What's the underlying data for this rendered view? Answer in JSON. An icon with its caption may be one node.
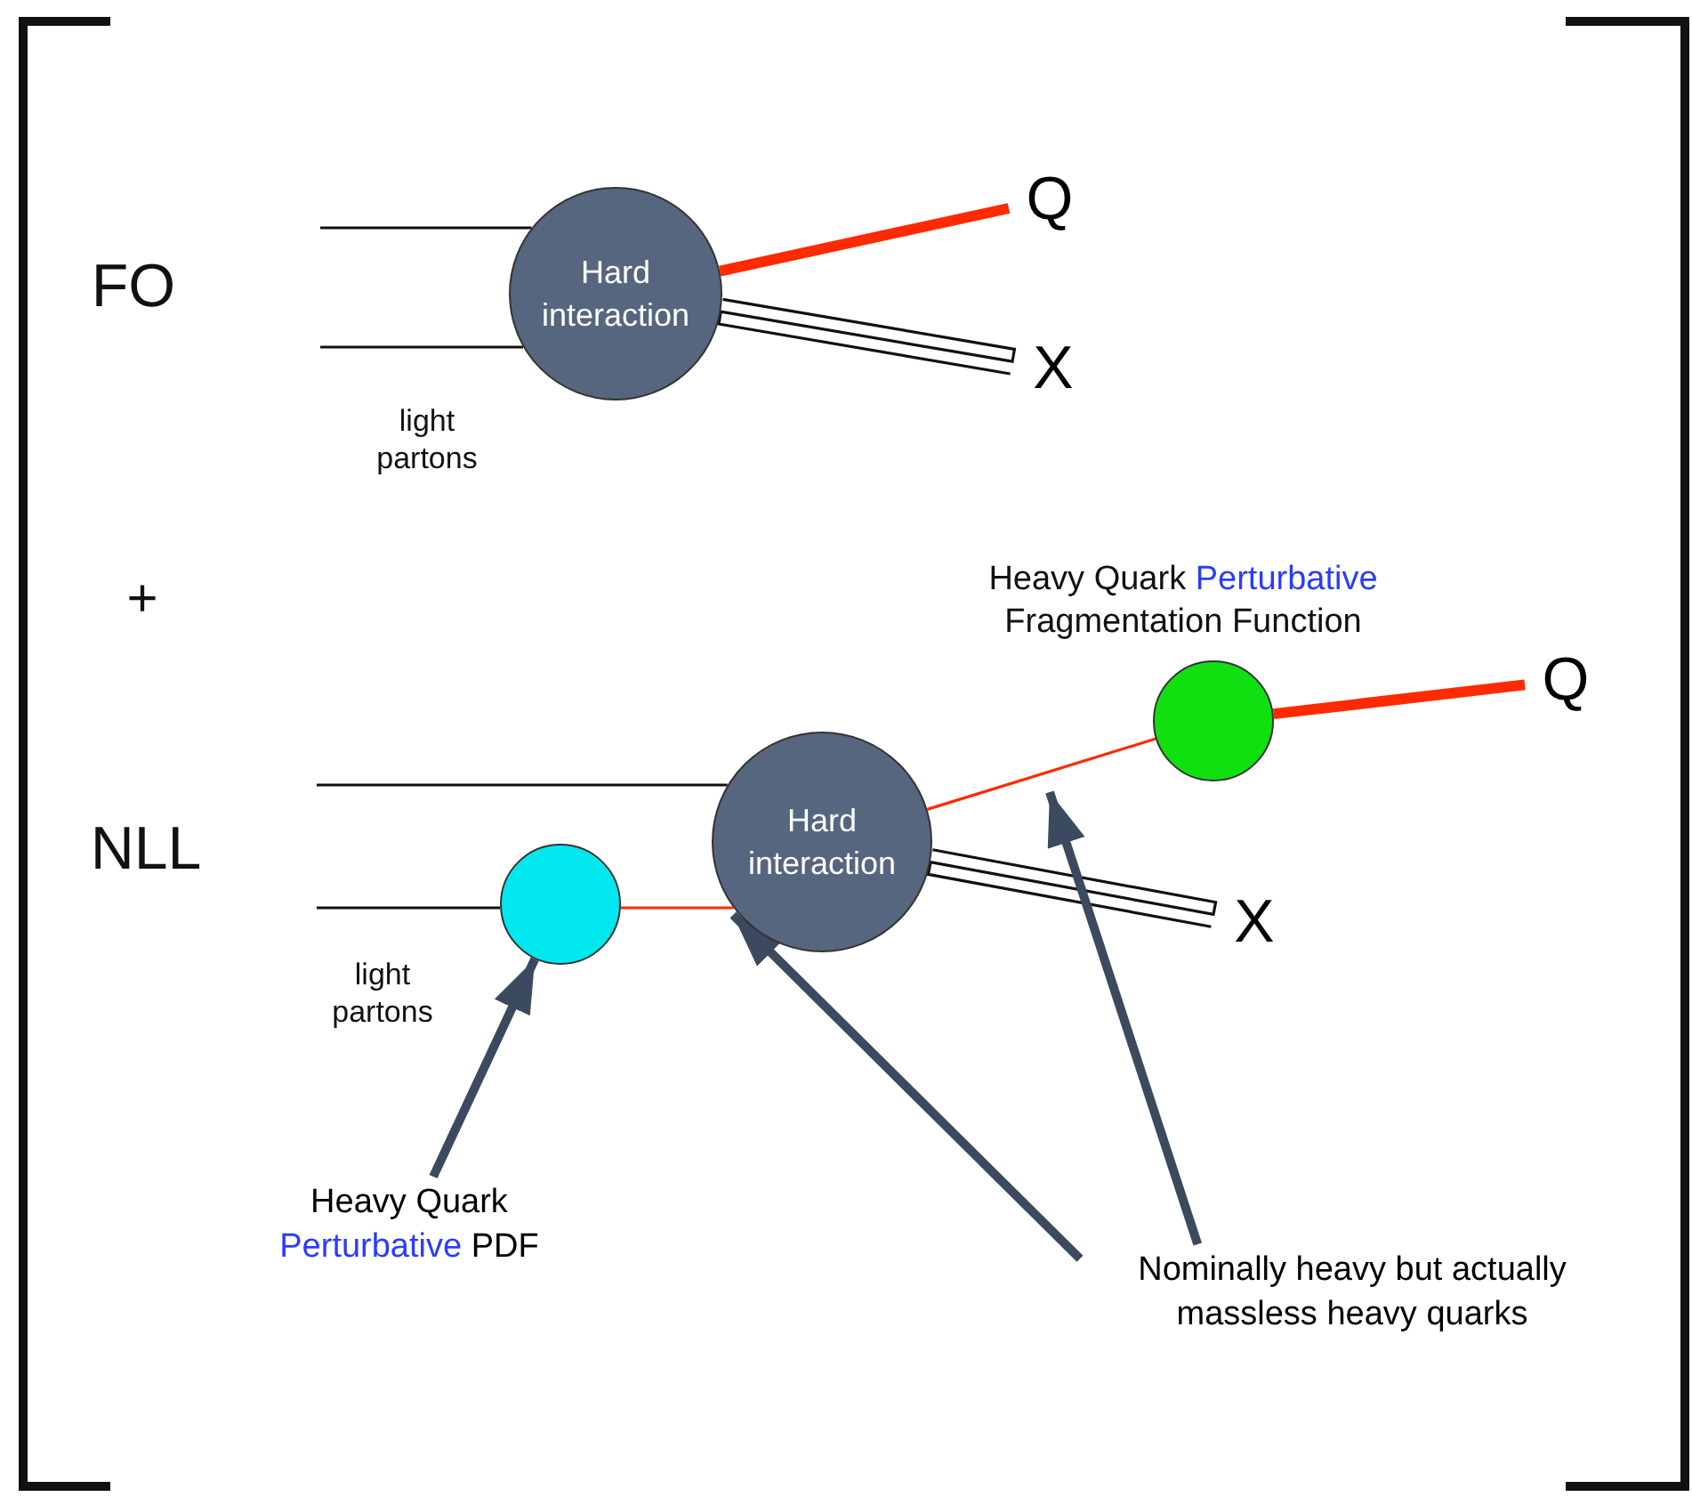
{
  "diagram": {
    "nodes": [
      {
        "text": [
          "Hard interaction"
        ]
      },
      {
        "text": [
          "Q"
        ]
      },
      {
        "text": [
          "X"
        ]
      },
      {
        "text": [
          "Hard interaction"
        ]
      },
      {
        "text": [],
        "shape": "circle"
      },
      {
        "text": [],
        "shape": "circle",
        "beside": [
          "Heavy Quark Perturbative Fragmentation Function"
        ]
      },
      {
        "text": [
          "Q"
        ]
      },
      {
        "text": [
          "X"
        ]
      },
      {
        "text": [
          "Heavy Quark Perturbative PDF"
        ]
      },
      {
        "text": [
          "Nominally heavy but actually massless heavy quarks"
        ]
      }
    ],
    "edges": [
      {
        "from": null,
        "to": 0,
        "arrow": "none"
      },
      {
        "from": null,
        "to": 0,
        "arrow": "none"
      },
      {
        "from": 0,
        "to": 1,
        "arrow": "none",
        "style": "thick",
        "color": "#ff2a00"
      },
      {
        "from": 0,
        "to": 2,
        "arrow": "none"
      },
      {
        "from": null,
        "to": 3,
        "arrow": "none"
      },
      {
        "from": null,
        "to": 4,
        "arrow": "none"
      },
      {
        "from": 4,
        "to": 3,
        "arrow": "none",
        "color": "#ff2a00"
      },
      {
        "from": 3,
        "to": 5,
        "arrow": "none",
        "color": "#ff2a00"
      },
      {
        "from": 5,
        "to": 6,
        "arrow": "none",
        "style": "thick",
        "color": "#ff2a00"
      },
      {
        "from": 3,
        "to": 7,
        "arrow": "none"
      },
      {
        "from": 8,
        "to": 4,
        "arrow": "to",
        "style": "thick",
        "color": "#3b4a5e"
      },
      {
        "from": 9,
        "to": 3,
        "arrow": "to",
        "style": "thick",
        "color": "#3b4a5e"
      },
      {
        "from": 9,
        "to": null,
        "arrow": "to",
        "style": "thick",
        "color": "#3b4a5e"
      }
    ],
    "labels": [
      "FO",
      "light partons",
      "+",
      "NLL",
      "light partons"
    ]
  }
}
